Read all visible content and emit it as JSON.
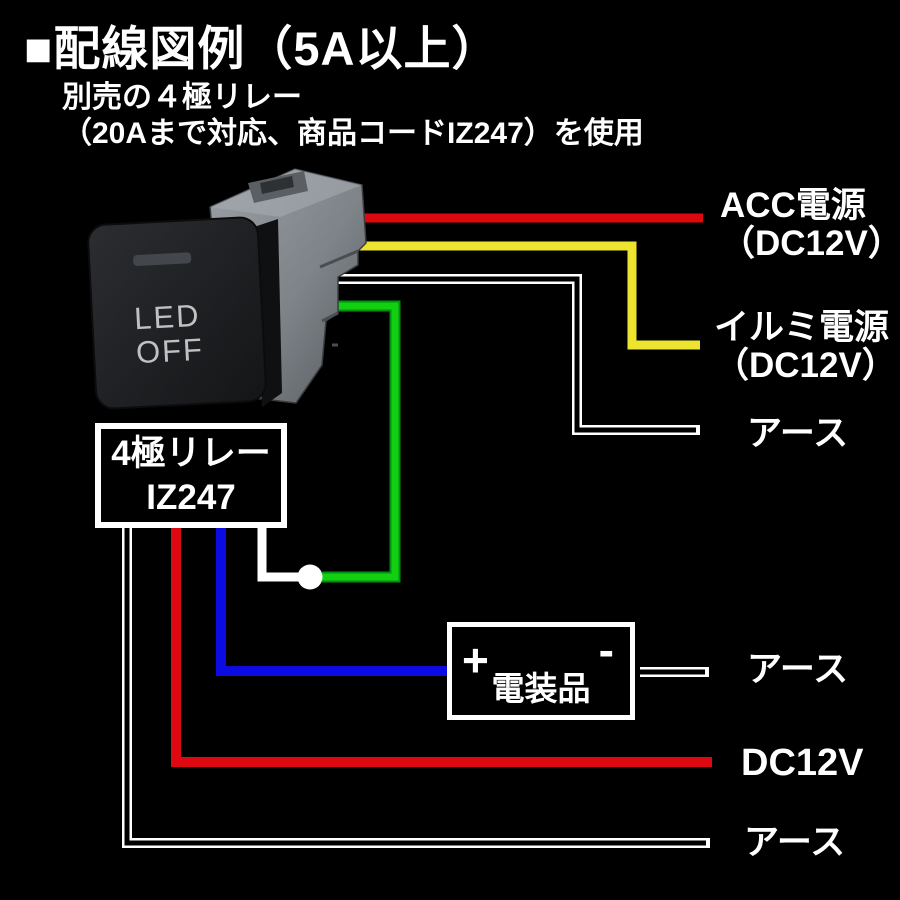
{
  "title": "■配線図例（5A以上）",
  "subtitle": {
    "line1": "別売の４極リレー",
    "line2": "（20Aまで対応、商品コードIZ247）を使用"
  },
  "switch_photo": {
    "led_line1": "LED",
    "led_line2": "OFF"
  },
  "relay_box": {
    "line1": "4極リレー",
    "line2": "IZ247"
  },
  "device_box": {
    "plus": "+",
    "minus": "-",
    "label": "電装品"
  },
  "labels": {
    "acc_line1": "ACC電源",
    "acc_line2": "（DC12V）",
    "illumi_line1": "イルミ電源",
    "illumi_line2": "（DC12V）",
    "ground_top": "アース",
    "ground_mid": "アース",
    "dc12v": "DC12V",
    "ground_bottom": "アース"
  },
  "colors": {
    "background": "#000000",
    "text": "#ffffff",
    "wire_acc_red": "#dd0810",
    "wire_illumi_yellow": "#ece42f",
    "wire_switch_green": "#12cf12",
    "wire_green_edge": "#009210",
    "wire_device_blue": "#0b0be2",
    "wire_ground_white": "#ffffff",
    "wire_ground_core": "#000000",
    "junction_dot": "#ffffff",
    "switch_body_gray": "#84898e",
    "switch_cap_black": "#202225",
    "led_text_gray": "#c0c2c4"
  }
}
